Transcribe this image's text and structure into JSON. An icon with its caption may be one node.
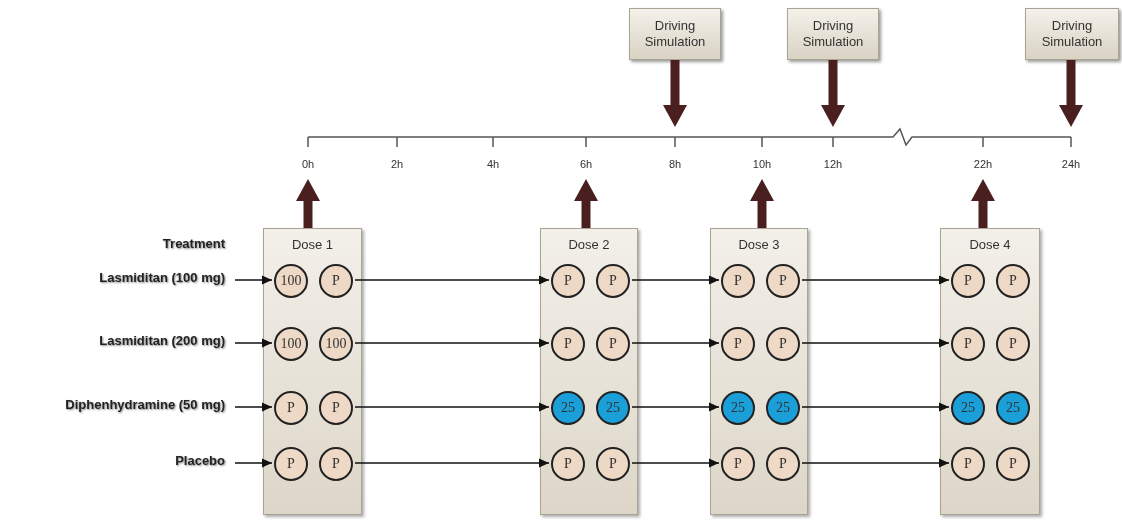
{
  "diagram": {
    "nodes": [
      {
        "text": [
          "Driving Simulation"
        ]
      },
      {
        "text": [
          "Driving Simulation"
        ]
      },
      {
        "text": [
          "Driving Simulation"
        ]
      },
      {
        "text": [
          "Lasmiditan (100 mg)"
        ]
      },
      {
        "text": [
          "Lasmiditan (200 mg)"
        ]
      },
      {
        "text": [
          "Diphenhydramine (50 mg)"
        ]
      },
      {
        "text": [
          "Placebo"
        ]
      },
      {
        "text": [
          "Dose 1"
        ]
      },
      {
        "text": [
          "100"
        ],
        "in": 7
      },
      {
        "text": [
          "P"
        ],
        "in": 7
      },
      {
        "text": [
          "100"
        ],
        "in": 7
      },
      {
        "text": [
          "100"
        ],
        "in": 7
      },
      {
        "text": [
          "P"
        ],
        "in": 7
      },
      {
        "text": [
          "P"
        ],
        "in": 7
      },
      {
        "text": [
          "P"
        ],
        "in": 7
      },
      {
        "text": [
          "P"
        ],
        "in": 7
      },
      {
        "text": [
          "Dose 2"
        ]
      },
      {
        "text": [
          "P"
        ],
        "in": 16
      },
      {
        "text": [
          "P"
        ],
        "in": 16
      },
      {
        "text": [
          "P"
        ],
        "in": 16
      },
      {
        "text": [
          "P"
        ],
        "in": 16
      },
      {
        "text": [
          "25"
        ],
        "in": 16
      },
      {
        "text": [
          "25"
        ],
        "in": 16
      },
      {
        "text": [
          "P"
        ],
        "in": 16
      },
      {
        "text": [
          "P"
        ],
        "in": 16
      },
      {
        "text": [
          "Dose 3"
        ]
      },
      {
        "text": [
          "P"
        ],
        "in": 25
      },
      {
        "text": [
          "P"
        ],
        "in": 25
      },
      {
        "text": [
          "P"
        ],
        "in": 25
      },
      {
        "text": [
          "P"
        ],
        "in": 25
      },
      {
        "text": [
          "25"
        ],
        "in": 25
      },
      {
        "text": [
          "25"
        ],
        "in": 25
      },
      {
        "text": [
          "P"
        ],
        "in": 25
      },
      {
        "text": [
          "P"
        ],
        "in": 25
      },
      {
        "text": [
          "Dose 4"
        ]
      },
      {
        "text": [
          "P"
        ],
        "in": 34
      },
      {
        "text": [
          "P"
        ],
        "in": 34
      },
      {
        "text": [
          "P"
        ],
        "in": 34
      },
      {
        "text": [
          "P"
        ],
        "in": 34
      },
      {
        "text": [
          "25"
        ],
        "in": 34
      },
      {
        "text": [
          "25"
        ],
        "in": 34
      },
      {
        "text": [
          "P"
        ],
        "in": 34
      },
      {
        "text": [
          "P"
        ],
        "in": 34
      }
    ],
    "edges": [
      {
        "from": 0,
        "to": null,
        "arrow": "to",
        "style": "thick",
        "color": "#4a1f1f"
      },
      {
        "from": 1,
        "to": null,
        "arrow": "to",
        "style": "thick",
        "color": "#4a1f1f"
      },
      {
        "from": 2,
        "to": null,
        "arrow": "to",
        "style": "thick",
        "color": "#4a1f1f"
      },
      {
        "from": 7,
        "to": null,
        "arrow": "to",
        "style": "thick",
        "color": "#4a1f1f"
      },
      {
        "from": 16,
        "to": null,
        "arrow": "to",
        "style": "thick",
        "color": "#4a1f1f"
      },
      {
        "from": 25,
        "to": null,
        "arrow": "to",
        "style": "thick",
        "color": "#4a1f1f"
      },
      {
        "from": 34,
        "to": null,
        "arrow": "to",
        "style": "thick",
        "color": "#4a1f1f"
      },
      {
        "from": 3,
        "to": 8,
        "arrow": "to"
      },
      {
        "from": 4,
        "to": 10,
        "arrow": "to"
      },
      {
        "from": 5,
        "to": 12,
        "arrow": "to"
      },
      {
        "from": 6,
        "to": 14,
        "arrow": "to"
      },
      {
        "from": 9,
        "to": 17,
        "arrow": "to"
      },
      {
        "from": 18,
        "to": 26,
        "arrow": "to"
      },
      {
        "from": 27,
        "to": 35,
        "arrow": "to"
      },
      {
        "from": 11,
        "to": 19,
        "arrow": "to"
      },
      {
        "from": 20,
        "to": 28,
        "arrow": "to"
      },
      {
        "from": 29,
        "to": 37,
        "arrow": "to"
      },
      {
        "from": 13,
        "to": 21,
        "arrow": "to"
      },
      {
        "from": 22,
        "to": 30,
        "arrow": "to"
      },
      {
        "from": 31,
        "to": 39,
        "arrow": "to"
      },
      {
        "from": 15,
        "to": 23,
        "arrow": "to"
      },
      {
        "from": 24,
        "to": 32,
        "arrow": "to"
      },
      {
        "from": 33,
        "to": 41,
        "arrow": "to"
      }
    ],
    "labels": [
      "0h",
      "2h",
      "4h",
      "6h",
      "8h",
      "10h",
      "12h",
      "22h",
      "24h",
      "Treatment"
    ]
  }
}
